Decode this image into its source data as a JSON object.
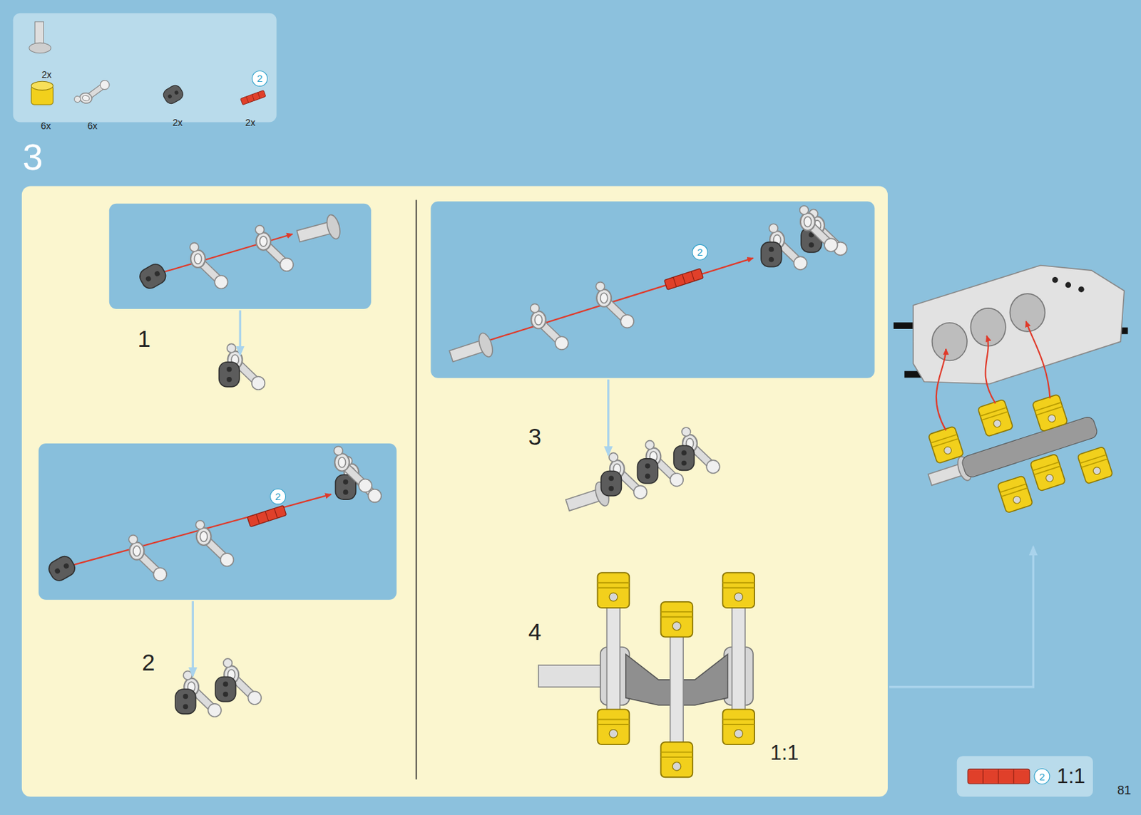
{
  "diagram": {
    "nodes": [
      {
        "text": [
          "2x",
          "6x",
          "6x",
          "2x",
          "2x"
        ]
      },
      {
        "text": [
          "2"
        ],
        "in": 0
      },
      {
        "text": [
          "1",
          "2",
          "3",
          "4",
          "1:1"
        ]
      },
      {
        "text": [
          "2"
        ],
        "in": 2
      },
      {
        "text": [
          "2"
        ],
        "in": 2
      },
      {
        "text": [
          "1:1"
        ]
      },
      {
        "text": [
          "2"
        ],
        "in": 5
      }
    ],
    "labels": [
      "3",
      "81"
    ]
  }
}
